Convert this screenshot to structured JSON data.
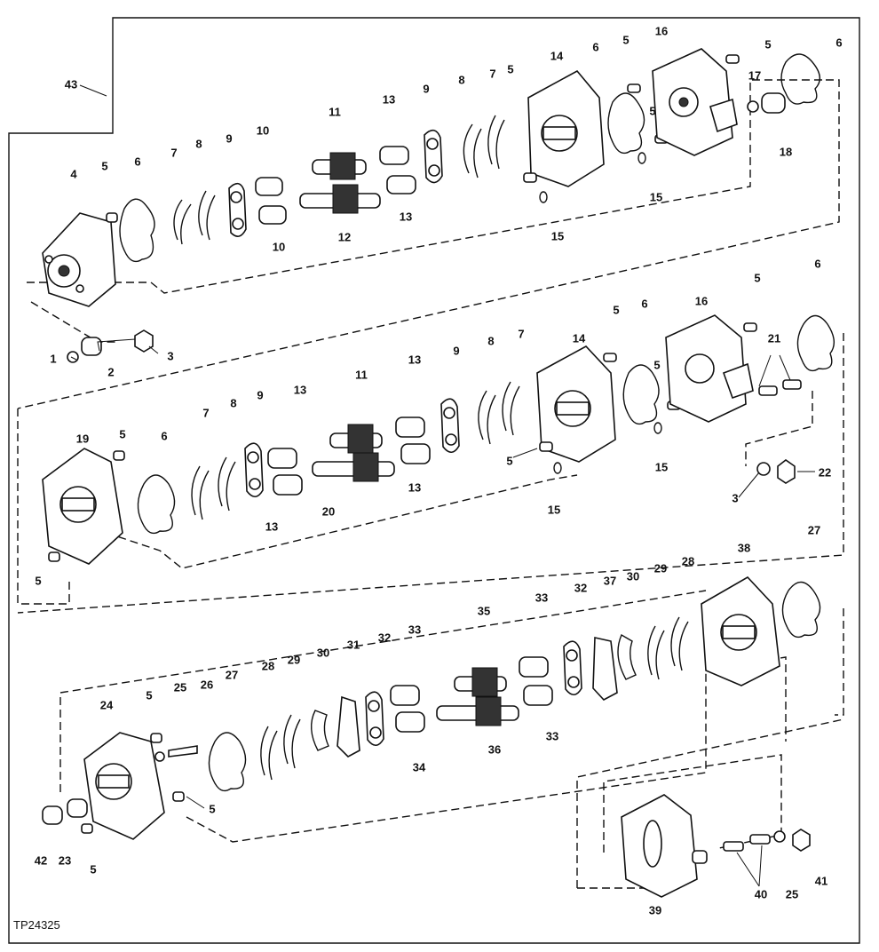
{
  "figure_ref": "TP24325",
  "callouts": [
    "1",
    "2",
    "3",
    "4",
    "5",
    "6",
    "7",
    "8",
    "9",
    "10",
    "11",
    "12",
    "13",
    "14",
    "15",
    "16",
    "17",
    "18",
    "19",
    "20",
    "21",
    "22",
    "23",
    "24",
    "25",
    "26",
    "27",
    "28",
    "29",
    "30",
    "31",
    "32",
    "33",
    "34",
    "35",
    "36",
    "37",
    "38",
    "39",
    "40",
    "41",
    "42",
    "43"
  ]
}
